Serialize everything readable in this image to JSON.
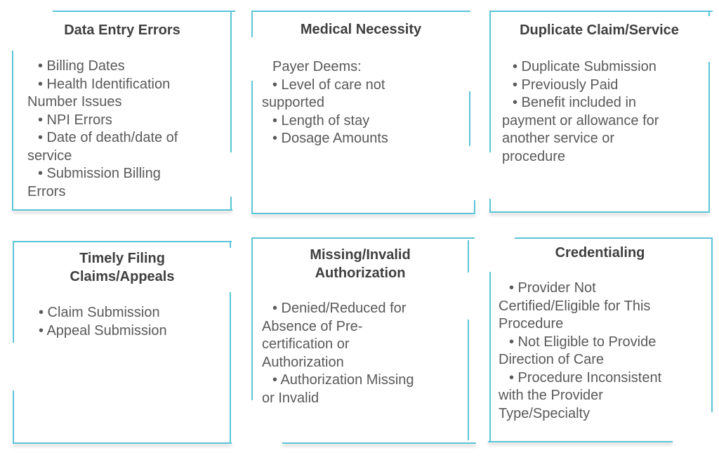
{
  "colors": {
    "accent": "#5bc4d7",
    "title_text": "#3f3f3f",
    "body_text": "#595959"
  },
  "cards": [
    {
      "title": "Data Entry Errors",
      "items": [
        "• Billing Dates",
        "• Health Identification Number Issues",
        "• NPI Errors",
        "• Date of death/date of service",
        "• Submission Billing Errors"
      ]
    },
    {
      "title": "Medical Necessity",
      "items": [
        "Payer Deems:",
        "• Level of care not supported",
        "• Length of stay",
        "• Dosage Amounts"
      ]
    },
    {
      "title": "Duplicate Claim/Service",
      "items": [
        "• Duplicate Submission",
        "• Previously Paid",
        "• Benefit included in payment or allowance for another service or procedure"
      ]
    },
    {
      "title": "Timely Filing\nClaims/Appeals",
      "items": [
        "• Claim Submission",
        "• Appeal Submission"
      ]
    },
    {
      "title": "Missing/Invalid\nAuthorization",
      "items": [
        "• Denied/Reduced for Absence of Pre-certification or Authorization",
        "• Authorization Missing or Invalid"
      ]
    },
    {
      "title": "Credentialing",
      "items": [
        "• Provider Not Certified/Eligible for This Procedure",
        "• Not Eligible to Provide Direction of Care",
        "• Procedure Inconsistent with the Provider Type/Specialty"
      ]
    }
  ]
}
